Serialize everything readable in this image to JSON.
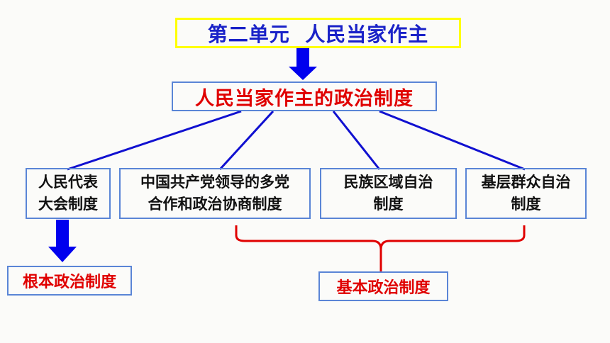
{
  "title": "第二单元  人民当家作主",
  "main_node": "人民当家作主的政治制度",
  "sub_nodes": [
    {
      "line1": "人民代表",
      "line2": "大会制度"
    },
    {
      "line1": "中国共产党领导的多党",
      "line2": "合作和政治协商制度"
    },
    {
      "line1": "民族区域自治",
      "line2": "制度"
    },
    {
      "line1": "基层群众自治",
      "line2": "制度"
    }
  ],
  "fundamental_label": "根本政治制度",
  "basic_label": "基本政治制度",
  "colors": {
    "title_text": "#1a22c8",
    "title_border": "#ffff00",
    "red_text": "#e00000",
    "box_border": "#5a85d6",
    "arrow": "#0000ee",
    "connector": "#1010d0",
    "brace": "#e00000"
  }
}
